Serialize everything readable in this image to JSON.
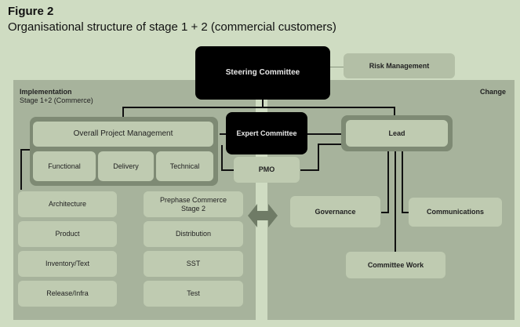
{
  "figure": {
    "label": "Figure 2",
    "caption": "Organisational structure of stage 1 + 2 (commercial customers)"
  },
  "top": {
    "steering": "Steering Committee",
    "risk": "Risk Management"
  },
  "implementation": {
    "title": "Implementation",
    "subtitle": "Stage 1+2 (Commerce)",
    "overall": "Overall Project Management",
    "sub_units": [
      "Functional",
      "Delivery",
      "Technical"
    ],
    "left_col": [
      "Architecture",
      "Product",
      "Inventory/Text",
      "Release/Infra"
    ],
    "right_col": [
      "Prephase Commerce Stage 2",
      "Distribution",
      "SST",
      "Test"
    ]
  },
  "center": {
    "expert": "Expert Committee",
    "pmo": "PMO"
  },
  "change": {
    "title": "Change",
    "lead": "Lead",
    "governance": "Governance",
    "communications": "Communications",
    "committee_work": "Committee Work"
  }
}
